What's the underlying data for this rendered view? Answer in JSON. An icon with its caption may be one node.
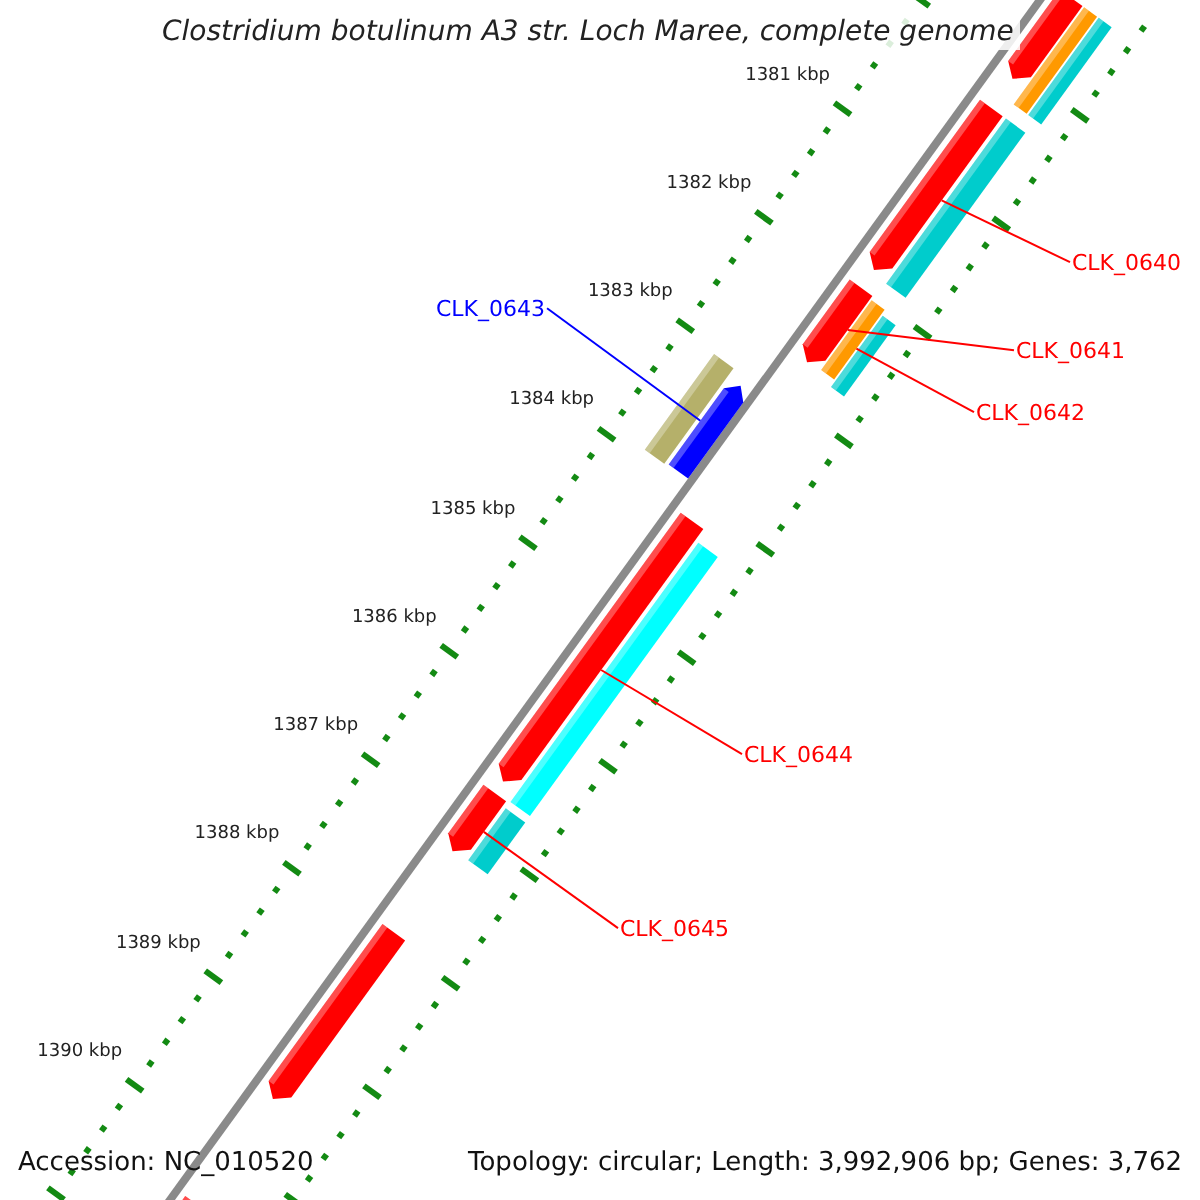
{
  "diagram": {
    "title": "Clostridium botulinum A3 str. Loch Maree, complete genome",
    "nodes": [
      {
        "text": [
          "CLK_0640"
        ]
      },
      {
        "text": [
          "CLK_0641"
        ]
      },
      {
        "text": [
          "CLK_0642"
        ]
      },
      {
        "text": [
          "CLK_0643"
        ]
      },
      {
        "text": [
          "CLK_0644"
        ]
      },
      {
        "text": [
          "CLK_0645"
        ]
      },
      {
        "text": [],
        "shape": "bar"
      },
      {
        "text": [],
        "shape": "bar"
      },
      {
        "text": [],
        "shape": "bar"
      },
      {
        "text": [],
        "shape": "bar"
      },
      {
        "text": [],
        "shape": "bar"
      },
      {
        "text": [],
        "shape": "bar"
      },
      {
        "text": [],
        "shape": "bar"
      },
      {
        "text": [],
        "shape": "bar"
      },
      {
        "text": [],
        "shape": "bar"
      },
      {
        "text": [],
        "shape": "bar"
      },
      {
        "text": [],
        "shape": "bar"
      },
      {
        "text": [],
        "shape": "bar"
      },
      {
        "text": [],
        "shape": "bar"
      },
      {
        "text": [],
        "shape": "bar"
      },
      {
        "text": [],
        "shape": "bar"
      },
      {
        "text": [],
        "shape": "bar"
      }
    ],
    "edges": [
      {
        "from": 0,
        "to": 9,
        "arrow": "none"
      },
      {
        "from": 1,
        "to": 11,
        "arrow": "none"
      },
      {
        "from": 2,
        "to": 12,
        "arrow": "none"
      },
      {
        "from": 3,
        "to": 15,
        "arrow": "none",
        "color": "#0000ff"
      },
      {
        "from": 4,
        "to": 16,
        "arrow": "none"
      },
      {
        "from": 5,
        "to": 18,
        "arrow": "none"
      }
    ],
    "labels": [
      "1381 kbp",
      "1382 kbp",
      "1383 kbp",
      "1384 kbp",
      "1385 kbp",
      "1386 kbp",
      "1387 kbp",
      "1388 kbp",
      "1389 kbp",
      "1390 kbp",
      "Accession: NC_010520",
      "Topology: circular; Length: 3,992,906 bp; Genes: 3,762"
    ]
  }
}
